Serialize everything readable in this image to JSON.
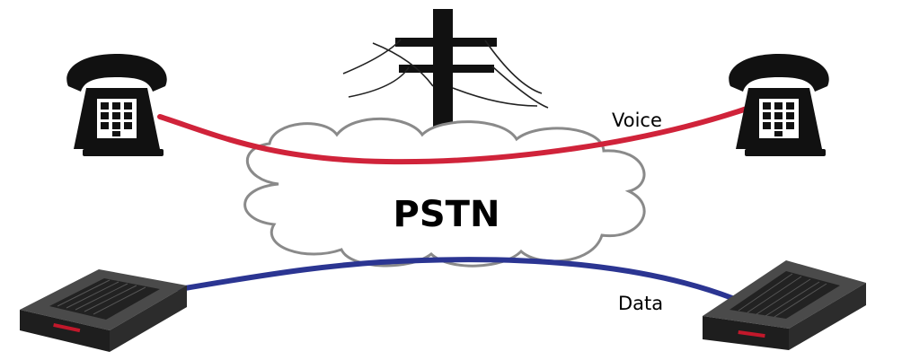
{
  "diagram": {
    "network_label": "PSTN",
    "voice_label": "Voice",
    "data_label": "Data"
  },
  "colors": {
    "voice_line": "#d0233a",
    "data_line": "#2b3592",
    "cloud_fill": "#ffffff",
    "cloud_stroke": "#8a8a8a",
    "device_dark": "#1c1c1c",
    "modem_body": "#3a3a3a",
    "modem_led": "#c2182b",
    "text": "#000000"
  },
  "icons": {
    "left_phone": "telephone-icon",
    "right_phone": "telephone-icon",
    "utility_pole": "utility-pole-icon",
    "left_modem": "modem-icon",
    "right_modem": "modem-icon"
  }
}
